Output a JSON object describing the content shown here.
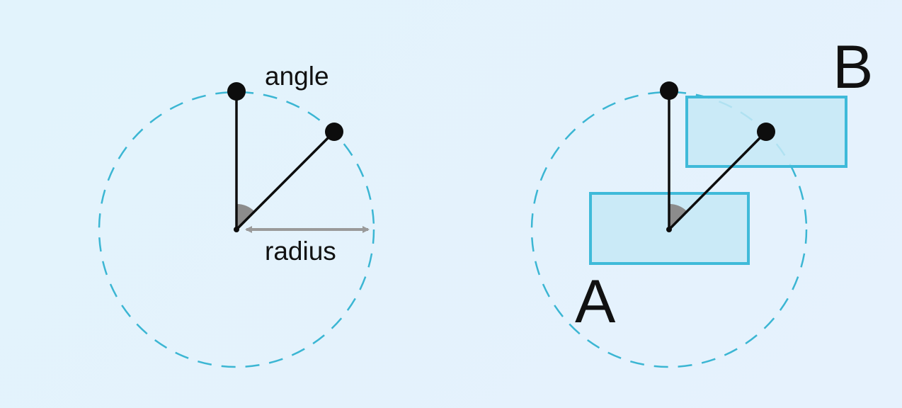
{
  "left_diagram": {
    "angle_label": "angle",
    "radius_label": "radius"
  },
  "right_diagram": {
    "box_a_label": "A",
    "box_b_label": "B"
  },
  "colors": {
    "background": "#e2f3fc",
    "circle_dash": "#3bb6d3",
    "box_fill": "#c6e9f6",
    "box_stroke": "#3fbad9",
    "line": "#0d0d0d",
    "angle_wedge": "#8c8c8c",
    "radius_arrow": "#9a9a9a"
  }
}
